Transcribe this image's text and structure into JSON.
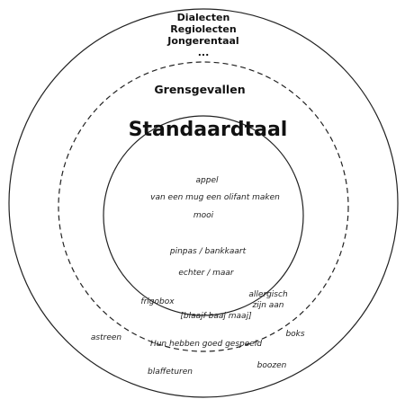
{
  "outer_ring": {
    "lines": [
      "Dialecten",
      "Regiolecten",
      "Jongerentaal",
      "..."
    ]
  },
  "middle_ring": {
    "label": "Grensgevallen"
  },
  "inner_circle": {
    "title": "Standaardtaal",
    "examples": [
      "appel",
      "van een mug een olifant maken",
      "mooi",
      "pinpas / bankkaart",
      "echter / maar"
    ]
  },
  "boundary_examples": {
    "frigobox": "frigobox",
    "allergisch": [
      "allergisch",
      "zijn aan"
    ],
    "blaajf": "[blaajf baaj maaj]",
    "hun_hebben": "Hun hebben goed gespeeld"
  },
  "outer_examples": {
    "astreen": "astreen",
    "boks": "boks",
    "boozen": "boozen",
    "blaffeturen": "blaffeturen"
  }
}
